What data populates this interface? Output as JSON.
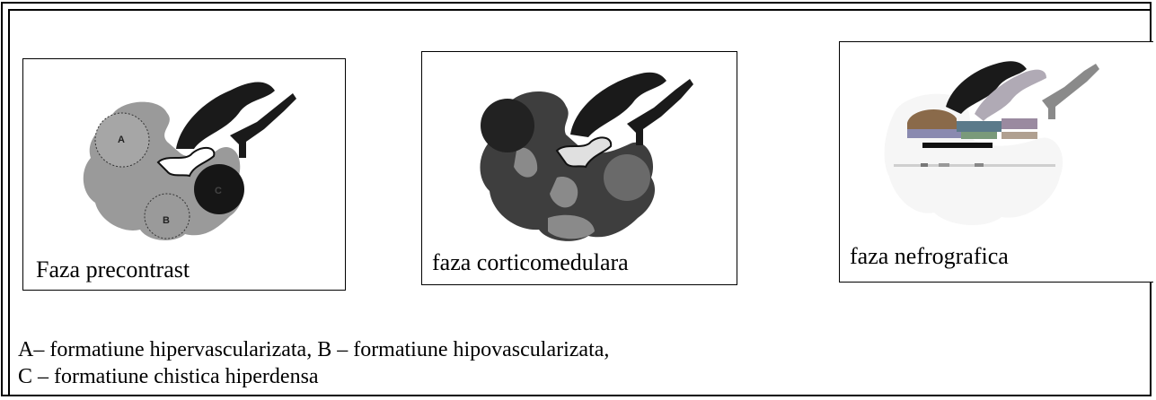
{
  "panels": [
    {
      "caption": "Faza precontrast"
    },
    {
      "caption": "faza corticomedulara"
    },
    {
      "caption": "faza nefrografica"
    }
  ],
  "labels": {
    "a": "A",
    "b": "B",
    "c": "C"
  },
  "legend": {
    "line1": "A– formatiune hipervascularizata, B – formatiune hipovascularizata,",
    "line2": "C – formatiune chistica hiperdensa"
  }
}
